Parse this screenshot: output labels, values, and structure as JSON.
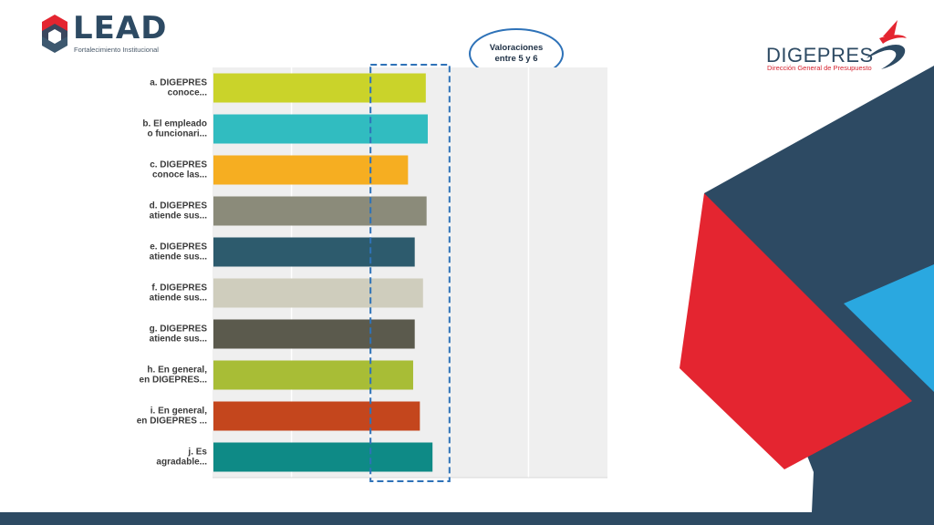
{
  "logos": {
    "lead": {
      "word": "LEAD",
      "subtitle": "Fortalecimiento Institucional"
    },
    "digepres": {
      "word": "DIGEPRES",
      "subtitle": "Dirección General de Presupuesto"
    }
  },
  "callout": {
    "line1": "Valoraciones",
    "line2": "entre 5 y 6"
  },
  "colors": {
    "navy": "#2d4a63",
    "red": "#e42530",
    "sky": "#2aa8e0",
    "plot_bg": "#efefef",
    "highlight_dash": "#2e72b8"
  },
  "chart_data": {
    "type": "bar",
    "orientation": "horizontal",
    "categories": [
      "a. DIGEPRES conoce...",
      "b. El empleado o funcionari...",
      "c. DIGEPRES conoce las...",
      "d. DIGEPRES atiende sus...",
      "e. DIGEPRES atiende sus...",
      "f. DIGEPRES atiende sus...",
      "g. DIGEPRES atiende sus...",
      "h. En general, en DIGEPRES...",
      "i. En general, en DIGEPRES ...",
      "j. Es agradable..."
    ],
    "category_lines": [
      [
        "a. DIGEPRES",
        "conoce..."
      ],
      [
        "b. El empleado",
        "o funcionari..."
      ],
      [
        "c. DIGEPRES",
        "conoce las..."
      ],
      [
        "d. DIGEPRES",
        "atiende sus..."
      ],
      [
        "e. DIGEPRES",
        "atiende sus..."
      ],
      [
        "f. DIGEPRES",
        "atiende sus..."
      ],
      [
        "g. DIGEPRES",
        "atiende sus..."
      ],
      [
        "h. En general,",
        "en DIGEPRES..."
      ],
      [
        "i. En general,",
        "en DIGEPRES ..."
      ],
      [
        "j. Es",
        "agradable..."
      ]
    ],
    "values": [
      5.4,
      5.45,
      4.95,
      5.42,
      5.12,
      5.33,
      5.12,
      5.08,
      5.25,
      5.57
    ],
    "colors": [
      "#cad32a",
      "#31bcc0",
      "#f6ae21",
      "#8b8b7a",
      "#2d5b6d",
      "#cfcdbd",
      "#5b5a4d",
      "#a8bd36",
      "#c4461d",
      "#0e8a86"
    ],
    "xlim": [
      0,
      10
    ],
    "grid": true,
    "highlight_range": [
      4,
      6
    ]
  }
}
